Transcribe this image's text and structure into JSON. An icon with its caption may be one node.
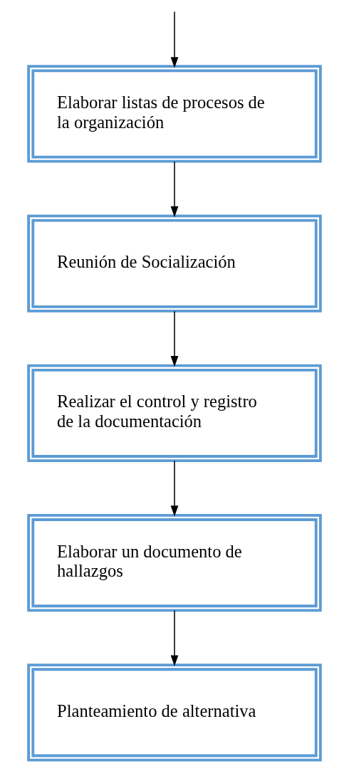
{
  "diagram": {
    "nodes": [
      {
        "text": [
          "Elaborar listas de procesos de la organización"
        ]
      },
      {
        "text": [
          "Reunión de Socialización"
        ]
      },
      {
        "text": [
          "Realizar el control y registro de la documentación"
        ]
      },
      {
        "text": [
          "Elaborar un documento de hallazgos"
        ]
      },
      {
        "text": [
          "Planteamiento de alternativa"
        ]
      }
    ],
    "edges": [
      {
        "from": null,
        "to": 0,
        "arrow": "to"
      },
      {
        "from": 0,
        "to": 1,
        "arrow": "to"
      },
      {
        "from": 1,
        "to": 2,
        "arrow": "to"
      },
      {
        "from": 2,
        "to": 3,
        "arrow": "to"
      },
      {
        "from": 3,
        "to": 4,
        "arrow": "to"
      }
    ]
  }
}
